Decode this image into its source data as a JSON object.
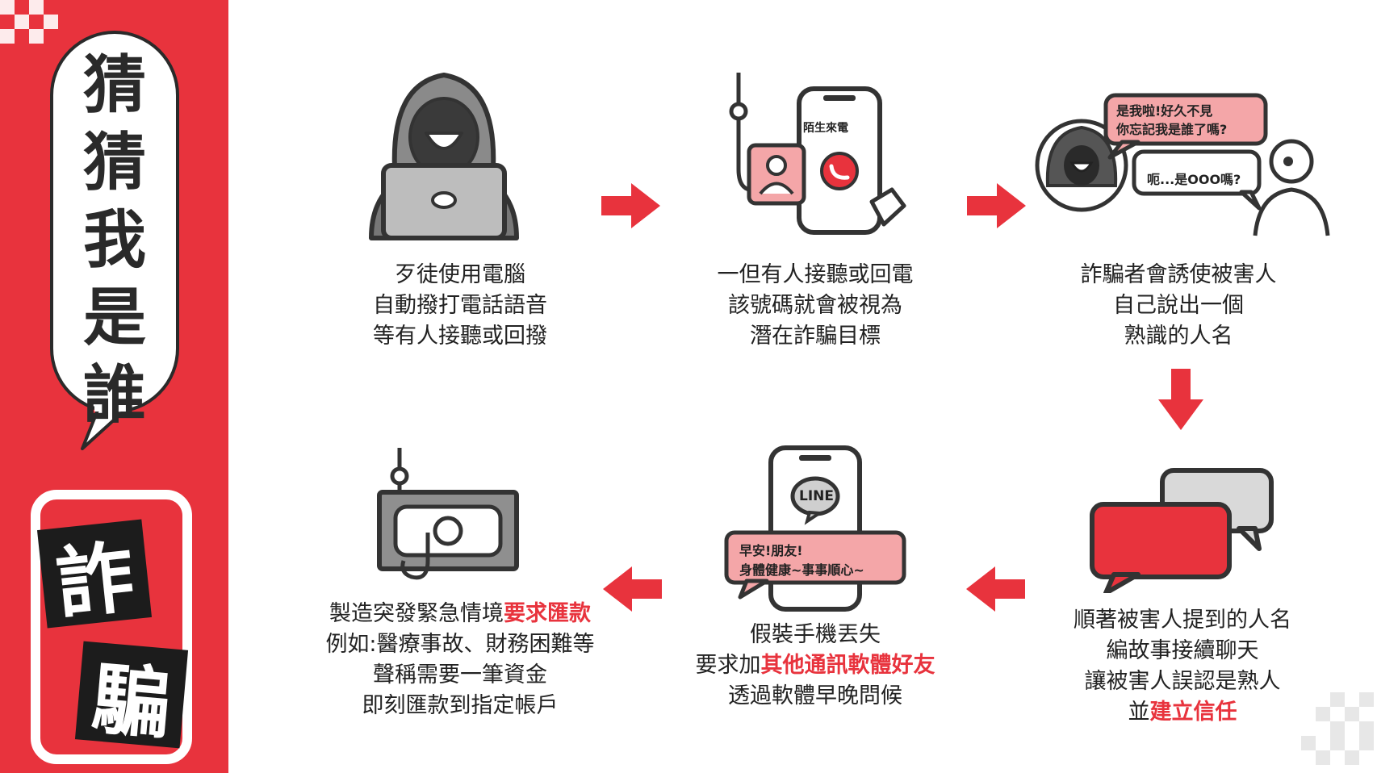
{
  "title": {
    "chars": [
      "猜",
      "猜",
      "我",
      "是",
      "誰"
    ],
    "fraud_chars": [
      "詐",
      "騙"
    ]
  },
  "colors": {
    "accent": "#e8333d",
    "dark": "#333333",
    "light_gray": "#cfcfcf",
    "pink": "#f4a6a8"
  },
  "steps": [
    {
      "id": 1,
      "icon": "hacker-laptop-icon",
      "lines": [
        "歹徒使用電腦",
        "自動撥打電話語音",
        "等有人接聽或回撥"
      ]
    },
    {
      "id": 2,
      "icon": "phone-hook-icon",
      "phone_label": "陌生來電",
      "lines": [
        "一但有人接聽或回電",
        "該號碼就會被視為",
        "潛在詐騙目標"
      ]
    },
    {
      "id": 3,
      "icon": "conversation-icon",
      "bubble_1a": "是我啦!好久不見",
      "bubble_1b": "你忘記我是誰了嗎?",
      "bubble_2": "呃...是OOO嗎?",
      "lines": [
        "詐騙者會誘使被害人",
        "自己說出一個",
        "熟識的人名"
      ]
    },
    {
      "id": 4,
      "icon": "chat-bubbles-icon",
      "lines": [
        "順著被害人提到的人名",
        "編故事接續聊天",
        "讓被害人誤認是熟人"
      ],
      "line4_prefix": "並",
      "line4_highlight": "建立信任"
    },
    {
      "id": 5,
      "icon": "line-phone-icon",
      "app_label": "LINE",
      "bubble_a": "早安!朋友!",
      "bubble_b": "身體健康~事事順心~",
      "line1": "假裝手機丟失",
      "line2_prefix": "要求加",
      "line2_highlight": "其他通訊軟體好友",
      "line3": "透過軟體早晚問候"
    },
    {
      "id": 6,
      "icon": "money-hook-icon",
      "line1_prefix": "製造突發緊急情境",
      "line1_highlight": "要求匯款",
      "line2": "例如:醫療事故、財務困難等",
      "line3": "聲稱需要一筆資金",
      "line4": "即刻匯款到指定帳戶"
    }
  ]
}
